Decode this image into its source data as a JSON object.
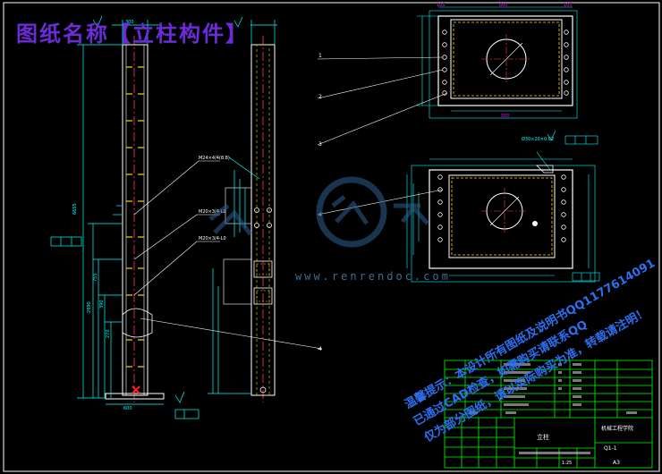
{
  "drawing": {
    "title": "图纸名称【立柱构件】",
    "watermark_lines": [
      "温馨提示：本设计所有图纸及说明书QQ1177614091",
      "已通过CAD检查，如需购买请联系QQ",
      "仅为部分图纸，请以实际购买为准，转载请注明！"
    ],
    "logo_text": "www.renrendoc.com",
    "callouts": [
      "1",
      "2",
      "3",
      "4",
      "4"
    ],
    "title_block": {
      "project": "立柱",
      "drawing_no": "Q1-1",
      "scale": "1:25",
      "sheet": "A3",
      "school": "机械工程学院"
    }
  },
  "colors": {
    "background": "#000000",
    "outline": "#ffffff",
    "dimension": "#00ffff",
    "centerline": "#ff4040",
    "callout": "#ff00ff",
    "weld": "#ffd700",
    "frame": "#00ff00",
    "title": "#6b2bd8",
    "watermark": "#2d6ff0"
  }
}
